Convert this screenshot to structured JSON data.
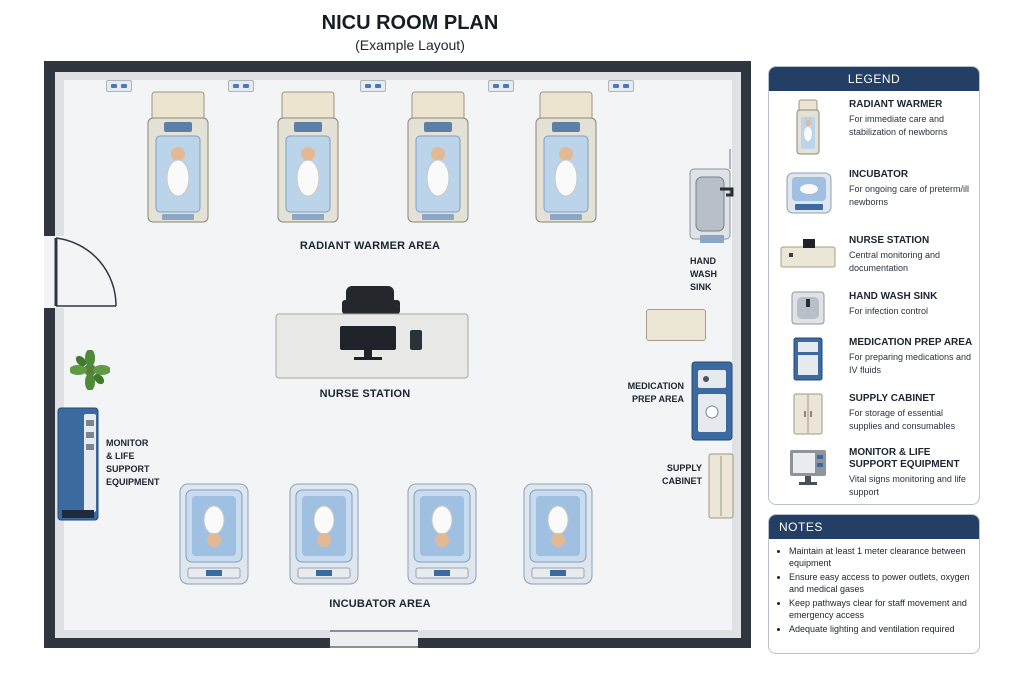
{
  "header": {
    "title": "NICU ROOM PLAN",
    "subtitle": "(Example Layout)"
  },
  "room": {
    "areas": {
      "radiant_warmer": "RADIANT WARMER AREA",
      "nurse_station": "NURSE STATION",
      "incubator": "INCUBATOR AREA",
      "hand_wash_sink": [
        "HAND",
        "WASH",
        "SINK"
      ],
      "medication_prep": [
        "MEDICATION",
        "PREP AREA"
      ],
      "supply_cabinet": [
        "SUPPLY",
        "CABINET"
      ],
      "monitor_equipment": [
        "MONITOR",
        "& LIFE",
        "SUPPORT",
        "EQUIPMENT"
      ]
    },
    "radiant_warmer_count": 4,
    "incubator_count": 4
  },
  "legend": {
    "title": "LEGEND",
    "items": [
      {
        "icon": "radiant-warmer-icon",
        "title": "RADIANT WARMER",
        "desc": "For immediate care and stabilization of newborns"
      },
      {
        "icon": "incubator-icon",
        "title": "INCUBATOR",
        "desc": "For ongoing care of preterm/ill newborns"
      },
      {
        "icon": "nurse-station-icon",
        "title": "NURSE STATION",
        "desc": "Central monitoring and documentation"
      },
      {
        "icon": "hand-wash-sink-icon",
        "title": "HAND WASH SINK",
        "desc": "For infection control"
      },
      {
        "icon": "medication-prep-icon",
        "title": "MEDICATION PREP AREA",
        "desc": "For preparing medications and IV fluids"
      },
      {
        "icon": "supply-cabinet-icon",
        "title": "SUPPLY CABINET",
        "desc": "For storage of essential supplies and consumables"
      },
      {
        "icon": "monitor-icon",
        "title": "MONITOR & LIFE SUPPORT EQUIPMENT",
        "desc": "Vital signs monitoring and life support"
      }
    ]
  },
  "notes": {
    "title": "NOTES",
    "items": [
      "Maintain at least 1 meter clearance between equipment",
      "Ensure easy access to power outlets, oxygen and medical gases",
      "Keep pathways clear for staff movement and emergency access",
      "Adequate lighting and ventilation required"
    ]
  },
  "colors": {
    "panel_header": "#243f66",
    "wall": "#30363f",
    "equipment_blue": "#3b6aa0",
    "mattress_blue": "#bcd4ea"
  }
}
